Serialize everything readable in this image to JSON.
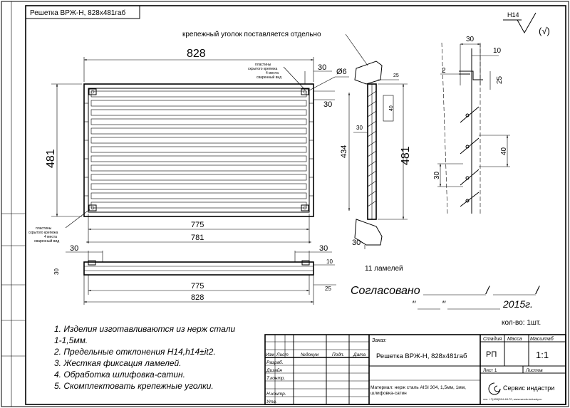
{
  "corner_title": "Решетка ВРЖ-Н, 828х481габ",
  "roughness": {
    "grade": "H14",
    "symbol": "(√)"
  },
  "note_bracket": "крепежный уголок поставляется отдельно",
  "front_view": {
    "width": "828",
    "height": "481",
    "inner_width": "775",
    "frame_width": "781",
    "dim_30a": "30",
    "dim_30b": "30",
    "hole": "Ø6",
    "plate_note_top": [
      "пластины",
      "скрытого крепежа",
      "4 места",
      "сваренный вид"
    ],
    "plate_note_bottom": [
      "пластины",
      "скрытого крепежа",
      "4 места",
      "сваренный вид"
    ]
  },
  "side_view": {
    "dim_25": "25",
    "dim_40": "40",
    "dim_30": "30",
    "dim_434": "434",
    "dim_481": "481",
    "dim_30_bottom": "30"
  },
  "bottom_view": {
    "dim_30_left": "30",
    "dim_30_right": "30",
    "dim_30_side": "30",
    "dim_10": "10",
    "dim_775": "775",
    "dim_828": "828",
    "dim_25": "25"
  },
  "detail_view": {
    "dim_30_top": "30",
    "dim_10": "10",
    "dim_2": "2",
    "dim_25": "25",
    "dim_40": "40",
    "dim_30_side": "30"
  },
  "lamellas": "11 ламелей",
  "approval": {
    "agreed": "Согласовано",
    "year": "2015г."
  },
  "quantity": "кол-во: 1шт.",
  "notes": [
    "1. Изделия изготавливаются из нерж стали",
    "1-1,5мм.",
    "2. Предельные отклонения H14,h14±it2.",
    "3. Жесткая фиксация ламелей.",
    "4. Обработка шлифовка-сатин.",
    "5. Скомплектовать крепежные уголки."
  ],
  "title_block": {
    "order_label": "Заказ:",
    "name": "Решетка ВРЖ-Н, 828х481габ",
    "col_headers": [
      "Изм",
      "Лист",
      "№докум",
      "Подп.",
      "Дата"
    ],
    "rows": [
      "Разраб.",
      "Дизайн",
      "Т.контр.",
      "",
      "Н.контр.",
      "Утв."
    ],
    "material": [
      "Материал: нерж сталь AISI 304, 1,5мм, 1мм,",
      "шлифовка-сатин"
    ],
    "stage_label": "Стадия",
    "stage": "РП",
    "mass_label": "Масса",
    "scale_label": "Масштаб",
    "scale": "1:1",
    "sheet_label": "Лист 1",
    "sheets_label": "Листов",
    "company": "Сервис индастри",
    "company_contacts": "тел. +7(495)514-48-70, www.servis-industry.ru"
  }
}
